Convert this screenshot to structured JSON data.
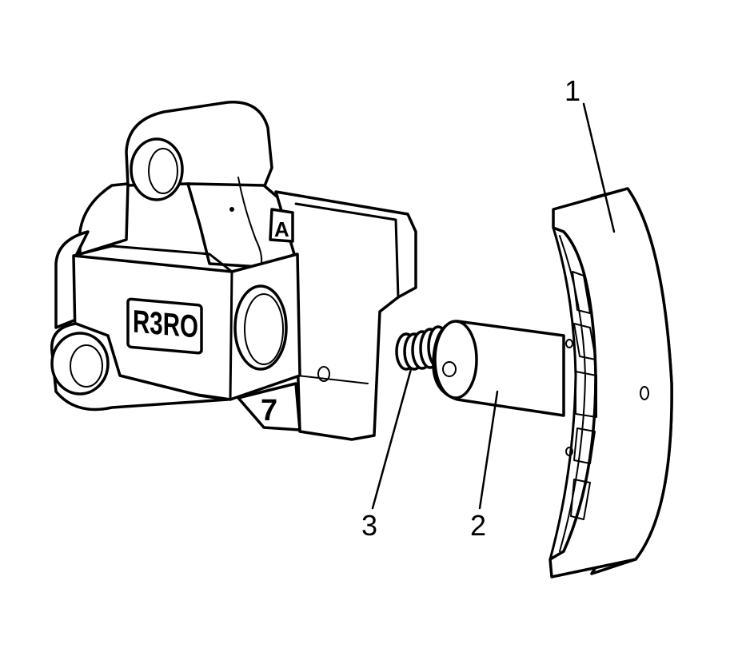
{
  "callouts": [
    {
      "id": "1",
      "label": "1"
    },
    {
      "id": "2",
      "label": "2"
    },
    {
      "id": "3",
      "label": "3"
    }
  ],
  "stamps": {
    "block_text": "R3RO",
    "face_number": "7",
    "corner_letter": "A"
  }
}
